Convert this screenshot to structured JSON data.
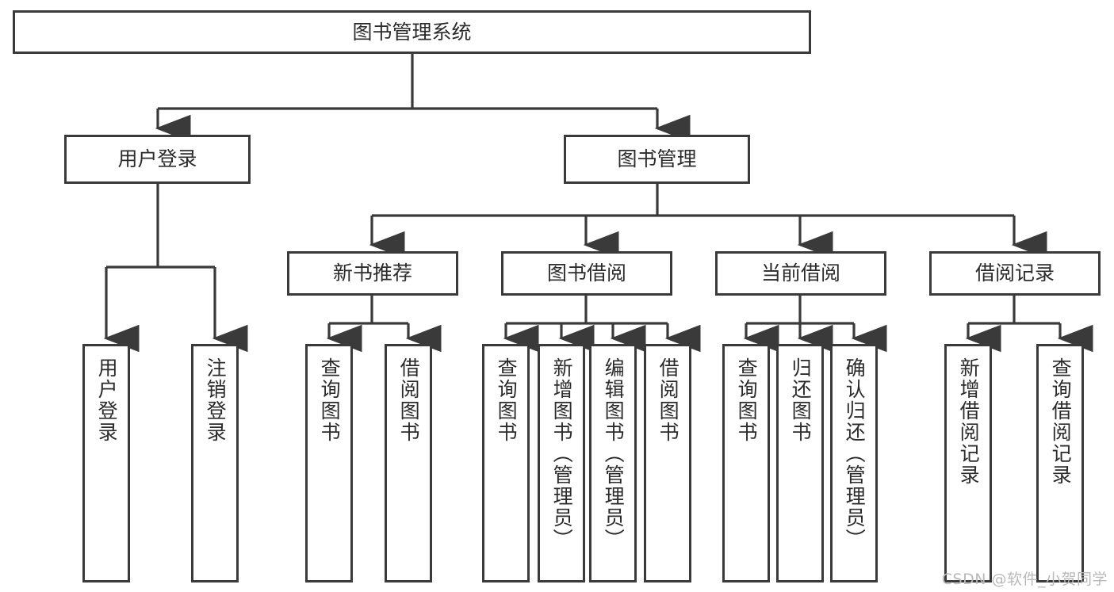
{
  "diagram": {
    "title": "图书管理系统",
    "type": "tree",
    "watermark": "CSDN @软件_小贺同学",
    "colors": {
      "stroke": "#3a3a3a",
      "fill": "#ffffff",
      "text": "#2b2b2b",
      "watermark": "#b9b9b9"
    },
    "nodes": {
      "root": {
        "label": "图书管理系统"
      },
      "level2": [
        {
          "id": "user-login",
          "label": "用户登录"
        },
        {
          "id": "book-manage",
          "label": "图书管理"
        }
      ],
      "level3": [
        {
          "id": "new-book-recommend",
          "label": "新书推荐"
        },
        {
          "id": "book-borrow",
          "label": "图书借阅"
        },
        {
          "id": "current-borrow",
          "label": "当前借阅"
        },
        {
          "id": "borrow-record",
          "label": "借阅记录"
        }
      ],
      "leaves": {
        "user_login": [
          {
            "id": "leaf-user-login",
            "label": "用户登录"
          },
          {
            "id": "leaf-logout",
            "label": "注销登录"
          }
        ],
        "new_book_recommend": [
          {
            "id": "leaf-query-book-1",
            "label": "查询图书"
          },
          {
            "id": "leaf-borrow-book-1",
            "label": "借阅图书"
          }
        ],
        "book_borrow": [
          {
            "id": "leaf-query-book-2",
            "label": "查询图书"
          },
          {
            "id": "leaf-add-book",
            "label": "新增图书（管理员）"
          },
          {
            "id": "leaf-edit-book",
            "label": "编辑图书（管理员）"
          },
          {
            "id": "leaf-borrow-book-2",
            "label": "借阅图书"
          }
        ],
        "current_borrow": [
          {
            "id": "leaf-query-book-3",
            "label": "查询图书"
          },
          {
            "id": "leaf-return-book",
            "label": "归还图书"
          },
          {
            "id": "leaf-confirm-return",
            "label": "确认归还（管理员）"
          }
        ],
        "borrow_record": [
          {
            "id": "leaf-add-record",
            "label": "新增借阅记录"
          },
          {
            "id": "leaf-query-record",
            "label": "查询借阅记录"
          }
        ]
      }
    }
  }
}
